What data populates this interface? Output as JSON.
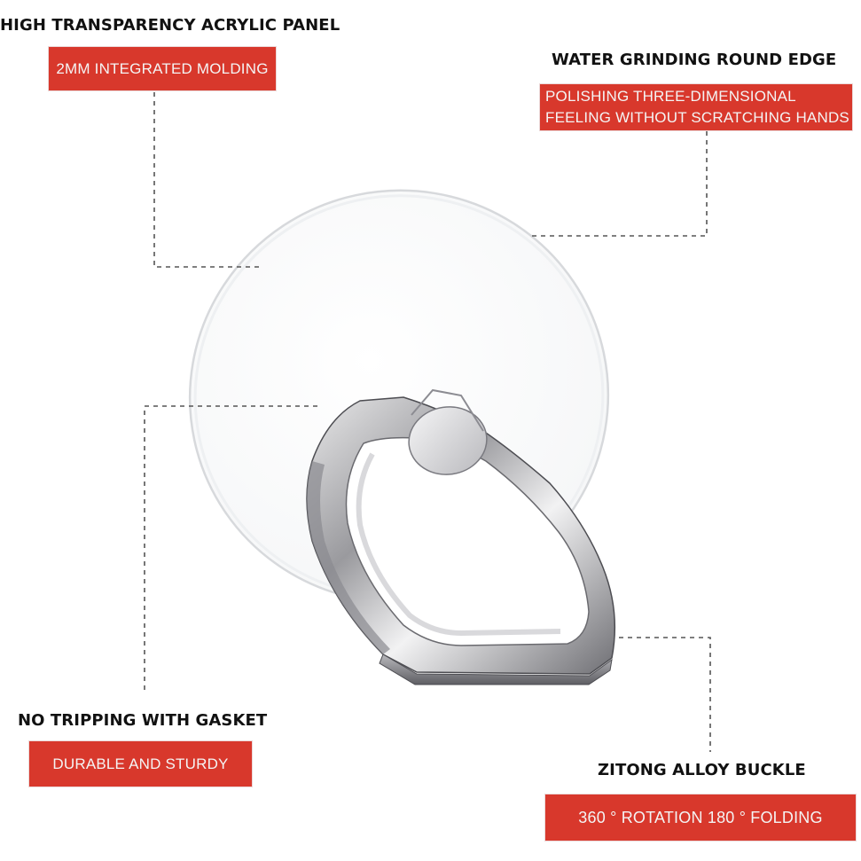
{
  "callouts": {
    "panel": {
      "heading": "HIGH TRANSPARENCY ACRYLIC PANEL",
      "tag": "2MM INTEGRATED MOLDING"
    },
    "edge": {
      "heading": "WATER GRINDING ROUND EDGE",
      "tag_line1": "POLISHING THREE-DIMENSIONAL",
      "tag_line2": "FEELING WITHOUT SCRATCHING HANDS"
    },
    "gasket": {
      "heading": "NO TRIPPING WITH GASKET",
      "tag": "DURABLE AND STURDY"
    },
    "buckle": {
      "heading": "ZITONG ALLOY BUCKLE",
      "tag": "360 ° ROTATION 180 ° FOLDING"
    }
  },
  "colors": {
    "tag_background": "#d8382c",
    "heading_text": "#111111",
    "leader_line": "#555555"
  }
}
